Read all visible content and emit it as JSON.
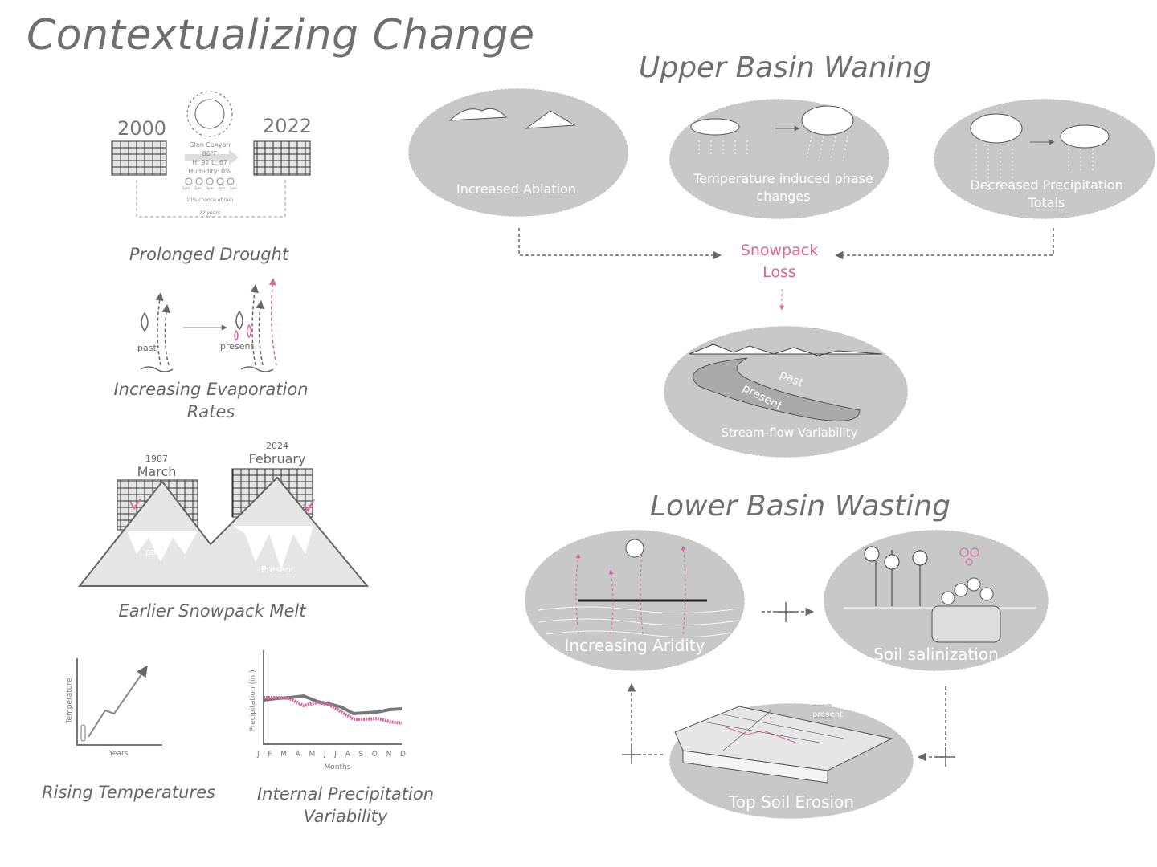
{
  "title": "Contextualizing Change",
  "left": {
    "drought": {
      "year_start": "2000",
      "year_end": "2022",
      "weather": {
        "location": "Glen Canyon",
        "temp": "86°F",
        "hilo": "H: 92 L: 67",
        "humidity": "Humidity: 0%",
        "hours": [
          "1pm",
          "2pm",
          "3pm",
          "4pm",
          "5pm"
        ],
        "rain": "10% chance of rain"
      },
      "span": "22 years",
      "caption": "Prolonged Drought"
    },
    "evaporation": {
      "past": "past",
      "present": "present",
      "caption_l1": "Increasing Evaporation",
      "caption_l2": "Rates"
    },
    "snowmelt": {
      "year1": "1987",
      "month1": "March",
      "year2": "2024",
      "month2": "February",
      "past": "past",
      "present": "Present",
      "caption": "Earlier Snowpack Melt"
    },
    "temperature": {
      "ylabel": "Temperature",
      "xlabel": "Years",
      "caption": "Rising Temperatures"
    },
    "precipitation": {
      "ylabel": "Precipitation (in.)",
      "xlabel": "Months",
      "months": [
        "J",
        "F",
        "M",
        "A",
        "M",
        "J",
        "J",
        "A",
        "S",
        "O",
        "N",
        "D"
      ],
      "caption_l1": "Internal Precipitation",
      "caption_l2": "Variability"
    }
  },
  "upper": {
    "title": "Upper Basin Waning",
    "ablation": "Increased Ablation",
    "phase_l1": "Temperature induced phase",
    "phase_l2": "changes",
    "precip_l1": "Decreased Precipitation",
    "precip_l2": "Totals",
    "snowpack_l1": "Snowpack",
    "snowpack_l2": "Loss",
    "stream": {
      "past": "past",
      "present": "present",
      "label": "Stream-flow Variability"
    }
  },
  "lower": {
    "title": "Lower Basin Wasting",
    "aridity": "Increasing Aridity",
    "salinization": "Soil salinization",
    "erosion": {
      "past": "past",
      "present": "present",
      "label": "Top Soil Erosion"
    }
  },
  "colors": {
    "accent": "#d9669d",
    "ellipse": "#c8c8c8",
    "text": "#6f6f6f"
  }
}
